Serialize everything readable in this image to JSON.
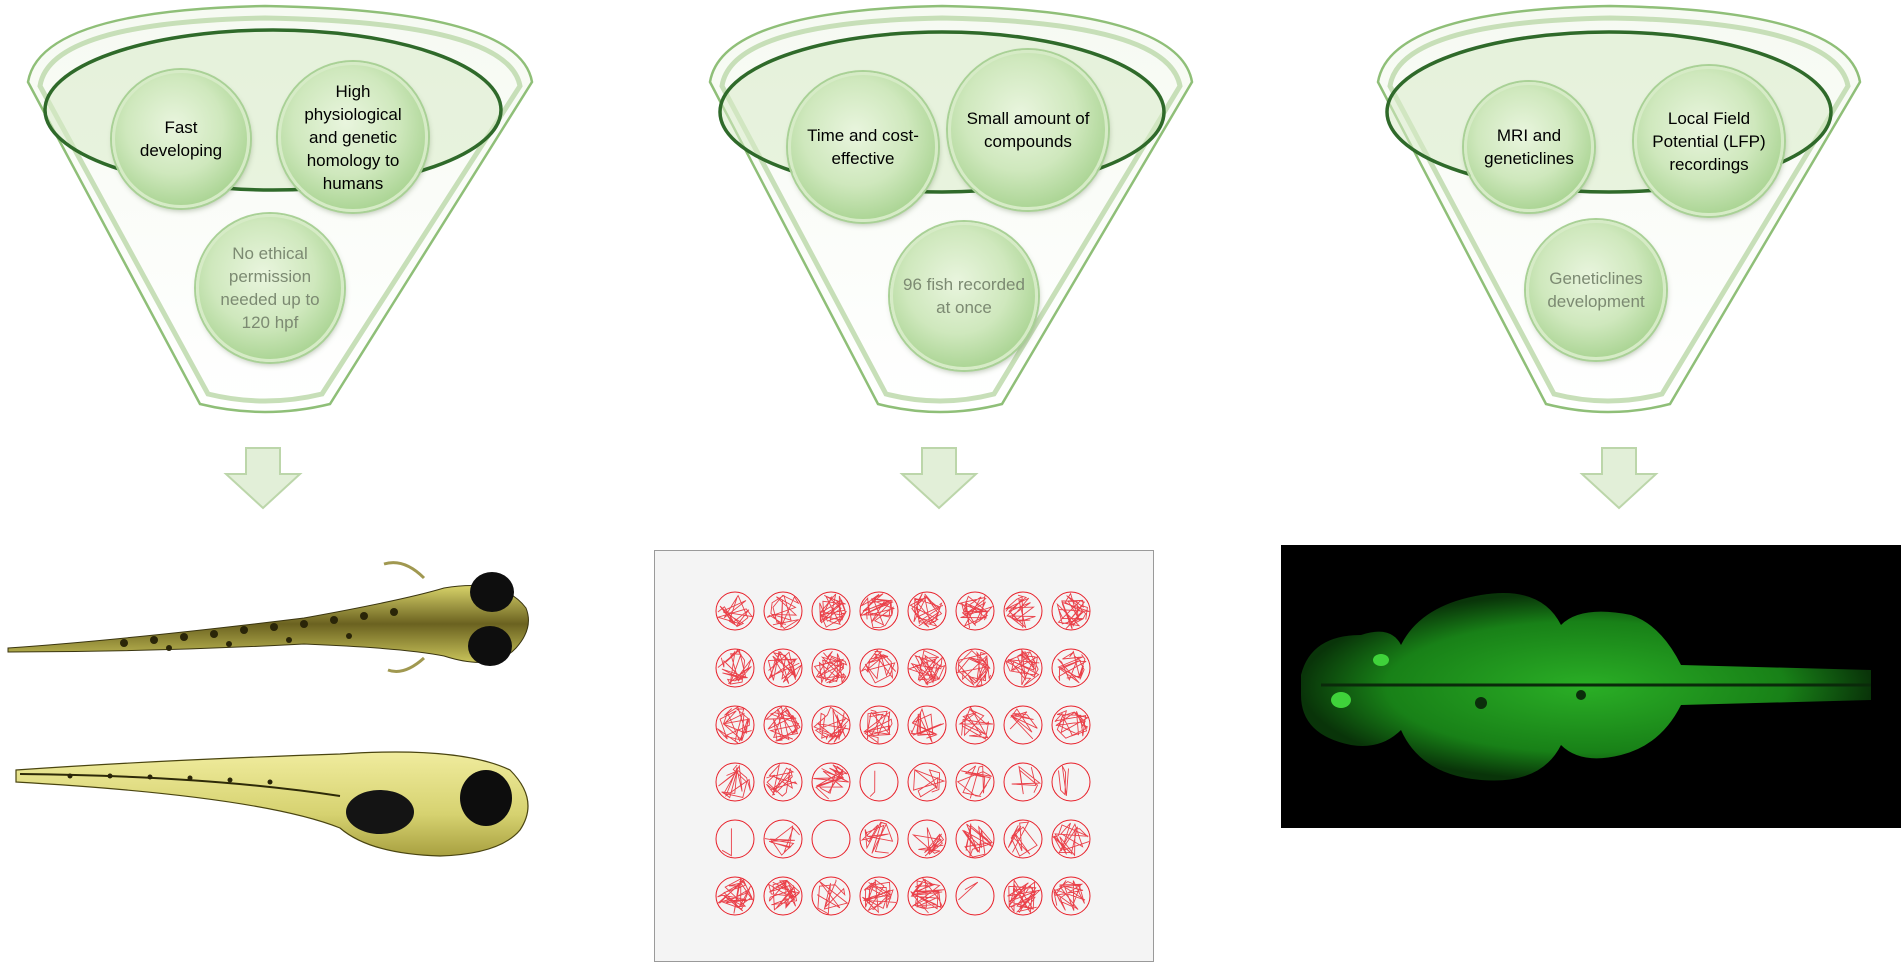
{
  "panels": [
    {
      "id": "model",
      "bubbles": [
        {
          "text": "Fast developing",
          "tone": "dark"
        },
        {
          "text": "High physiological and genetic homology to humans",
          "tone": "dark"
        },
        {
          "text": "No ethical permission needed up to 120 hpf",
          "tone": "light"
        }
      ]
    },
    {
      "id": "screening",
      "bubbles": [
        {
          "text": "Time and cost-effective",
          "tone": "dark"
        },
        {
          "text": "Small amount of compounds",
          "tone": "dark"
        },
        {
          "text": "96 fish recorded at once",
          "tone": "light"
        }
      ]
    },
    {
      "id": "techniques",
      "bubbles": [
        {
          "text": "MRI and geneticlines",
          "tone": "dark"
        },
        {
          "text": "Local Field Potential (LFP) recordings",
          "tone": "dark"
        },
        {
          "text": "Geneticlines development",
          "tone": "light"
        }
      ]
    }
  ],
  "colors": {
    "bubble_green": "#a8d391",
    "funnel_outline": "#8fbf78",
    "arrow_fill": "#e2efd8",
    "track_red": "#e8202a",
    "brain_green": "#1fa01f"
  },
  "plate": {
    "rows": 6,
    "cols": 8,
    "well_density": [
      [
        0.5,
        0.55,
        0.95,
        0.8,
        0.85,
        0.8,
        0.7,
        0.85
      ],
      [
        0.8,
        0.6,
        0.9,
        0.65,
        0.85,
        0.8,
        0.8,
        0.7
      ],
      [
        0.7,
        0.85,
        0.85,
        0.75,
        0.5,
        0.6,
        0.3,
        0.8
      ],
      [
        0.5,
        0.55,
        0.65,
        0.05,
        0.3,
        0.4,
        0.2,
        0.15
      ],
      [
        0.05,
        0.3,
        0.0,
        0.45,
        0.5,
        0.55,
        0.35,
        0.6
      ],
      [
        0.85,
        0.75,
        0.35,
        0.85,
        0.85,
        0.05,
        0.8,
        0.6
      ]
    ]
  },
  "images": [
    {
      "name": "zebrafish-dorsal-view",
      "icon": "zebrafish-larva-dorsal"
    },
    {
      "name": "zebrafish-lateral-view",
      "icon": "zebrafish-larva-lateral"
    },
    {
      "name": "brain-fluorescence-image",
      "icon": "brain-fluorescence"
    }
  ]
}
